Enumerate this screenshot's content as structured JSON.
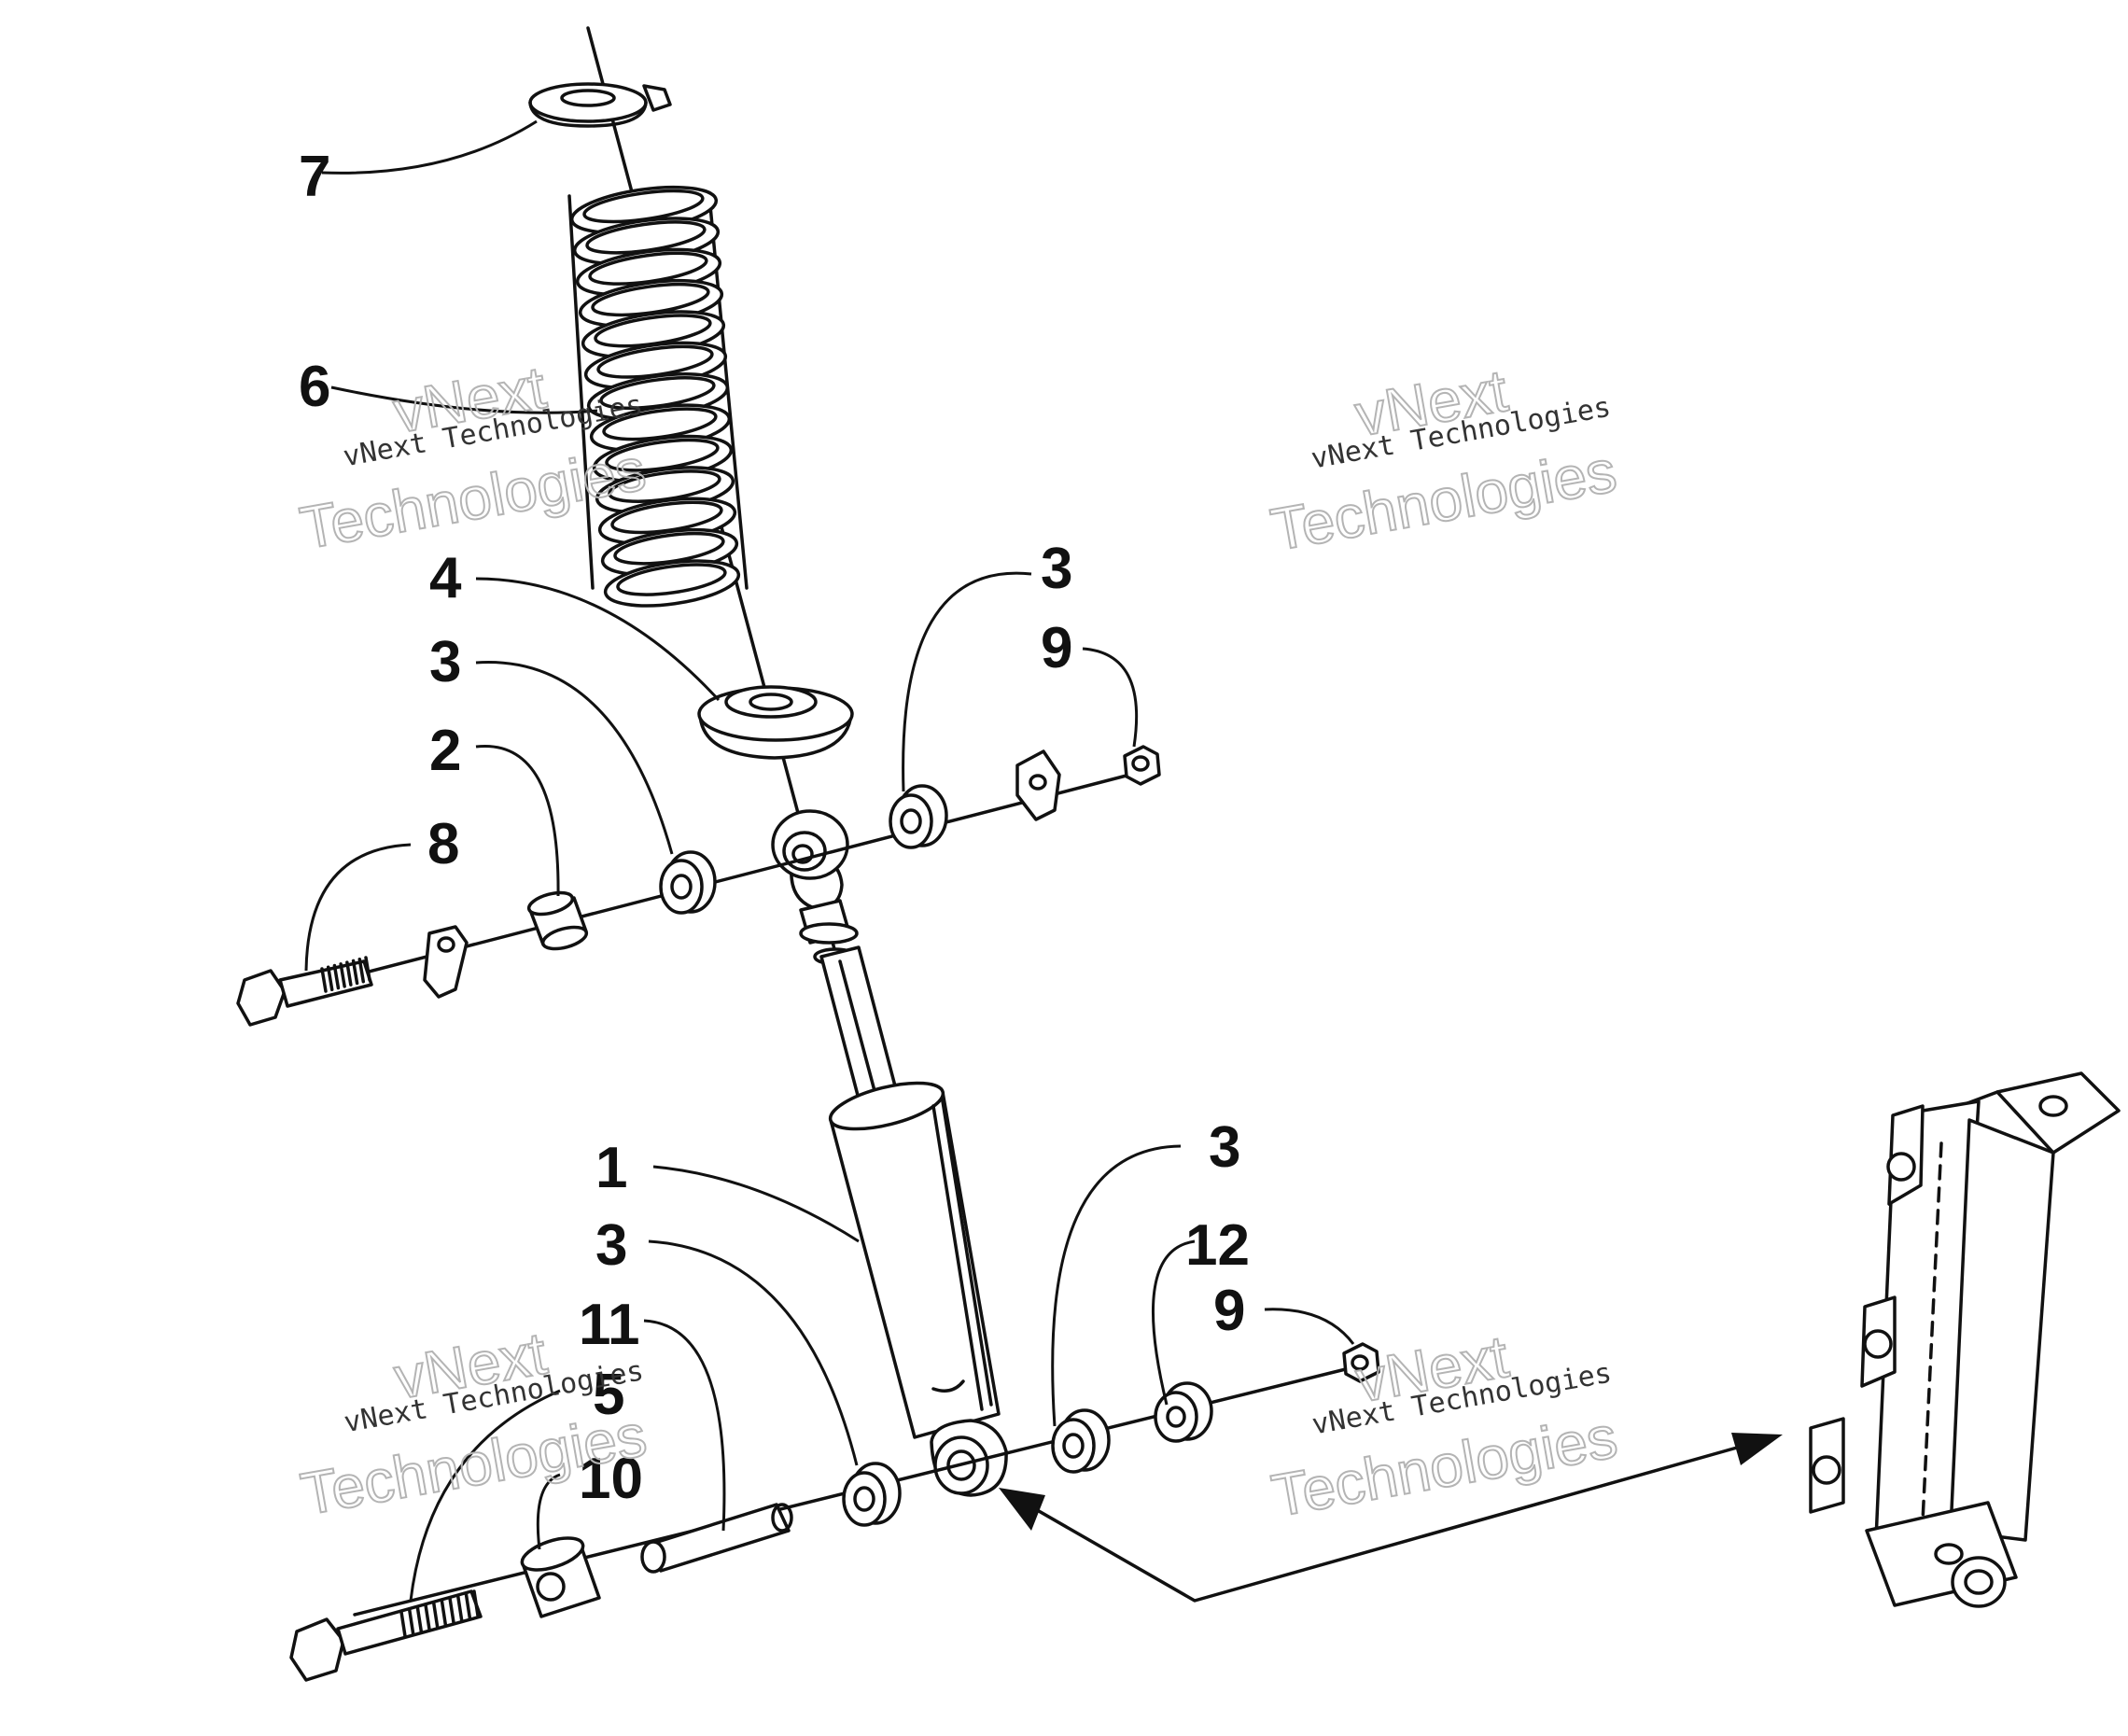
{
  "callouts": [
    {
      "id": "c7",
      "text": "7"
    },
    {
      "id": "c6",
      "text": "6"
    },
    {
      "id": "c4",
      "text": "4"
    },
    {
      "id": "c3a",
      "text": "3"
    },
    {
      "id": "c2",
      "text": "2"
    },
    {
      "id": "c8",
      "text": "8"
    },
    {
      "id": "c3b",
      "text": "3"
    },
    {
      "id": "c9a",
      "text": "9"
    },
    {
      "id": "c1",
      "text": "1"
    },
    {
      "id": "c3c",
      "text": "3"
    },
    {
      "id": "c11",
      "text": "11"
    },
    {
      "id": "c5",
      "text": "5"
    },
    {
      "id": "c10",
      "text": "10"
    },
    {
      "id": "c3d",
      "text": "3"
    },
    {
      "id": "c12",
      "text": "12"
    },
    {
      "id": "c9b",
      "text": "9"
    }
  ],
  "watermark": {
    "brand_top": "vNext",
    "brand_small": "vNext Technologies",
    "brand_bottom": "Technologies"
  }
}
